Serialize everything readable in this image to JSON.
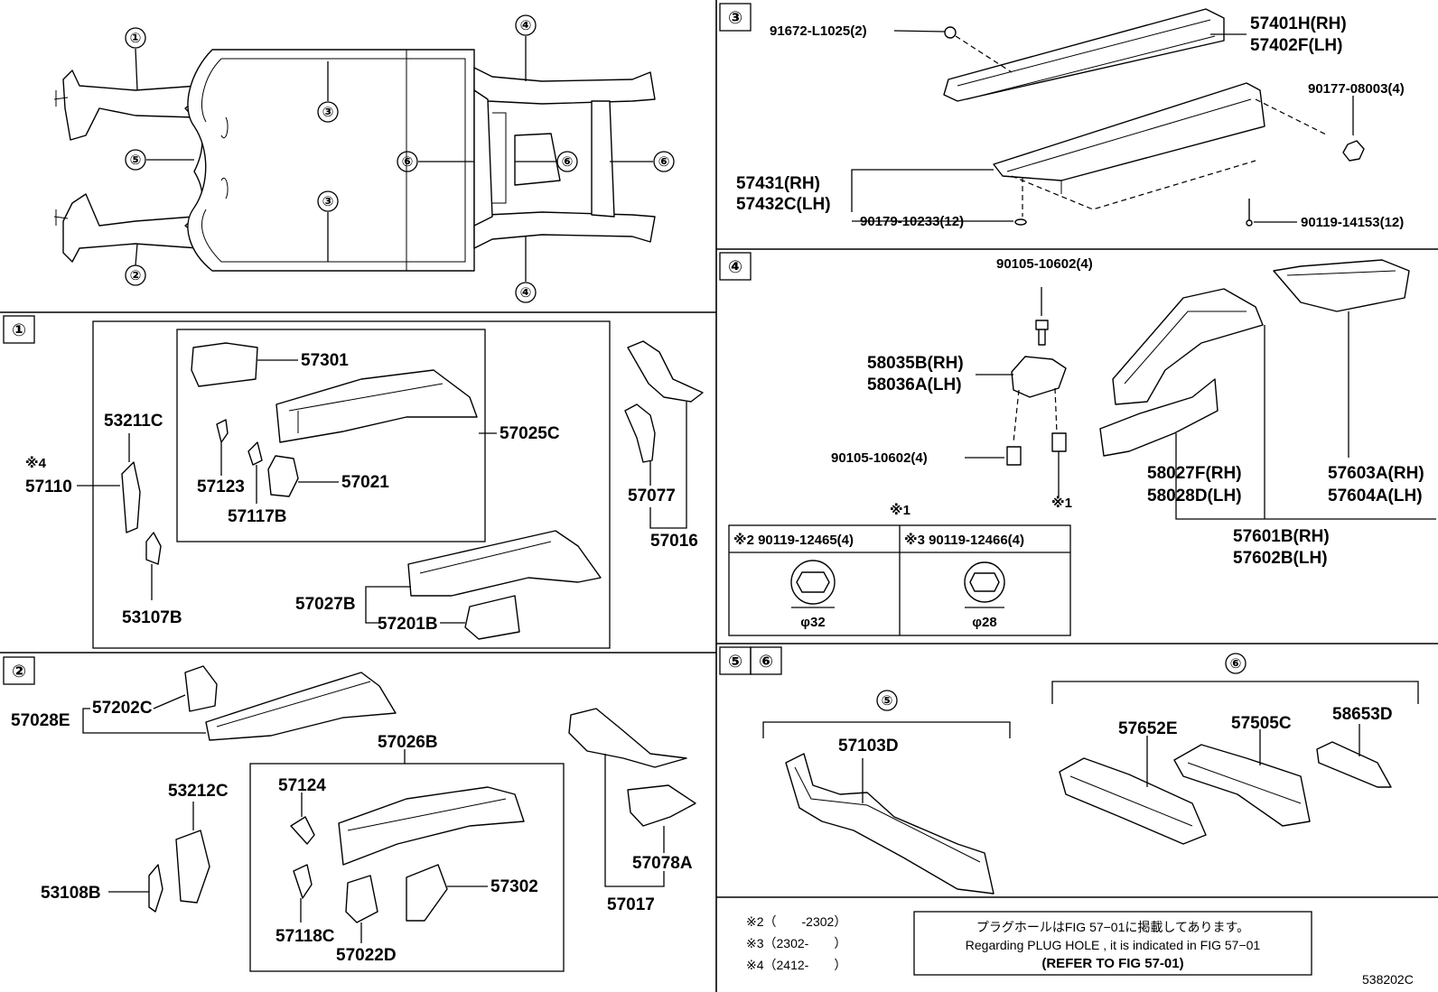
{
  "sections": {
    "s3": {
      "tag": "③",
      "labels": {
        "bolt": "91672-L1025(2)",
        "rh": "57401H(RH)",
        "lh": "57402F(LH)",
        "nut": "90177-08003(4)",
        "rh2": "57431(RH)",
        "lh2": "57432C(LH)",
        "plug": "90179-10233(12)",
        "bolt2": "90119-14153(12)"
      }
    },
    "s4": {
      "tag": "④",
      "labels": {
        "bolt_top": "90105-10602(4)",
        "rh": "58035B(RH)",
        "lh": "58036A(LH)",
        "bolt_left": "90105-10602(4)",
        "note1": "※1",
        "rh2": "58027F(RH)",
        "lh2": "58028D(LH)",
        "rh3": "57603A(RH)",
        "lh3": "57604A(LH)",
        "rh4": "57601B(RH)",
        "lh4": "57602B(LH)",
        "note1b": "※1"
      },
      "table": {
        "left_head": "※2 90119-12465(4)",
        "right_head": "※3 90119-12466(4)",
        "left_dim": "φ32",
        "right_dim": "φ28"
      }
    },
    "s1": {
      "tag": "①",
      "labels": {
        "a": "57301",
        "b": "57025C",
        "c": "53211C",
        "d": "※4",
        "e": "57110",
        "f": "57123",
        "g": "57021",
        "h": "57117B",
        "i": "57077",
        "j": "57016",
        "k": "53107B",
        "l": "57027B",
        "m": "57201B"
      }
    },
    "s2": {
      "tag": "②",
      "labels": {
        "a": "57028E",
        "b": "57202C",
        "c": "57026B",
        "d": "53212C",
        "e": "57124",
        "f": "53108B",
        "g": "57302",
        "h": "57118C",
        "i": "57022D",
        "j": "57078A",
        "k": "57017"
      }
    },
    "s56": {
      "tag5": "⑤",
      "tag6": "⑥",
      "labels": {
        "five": "⑤",
        "six": "⑥",
        "a": "57103D",
        "b": "57652E",
        "c": "57505C",
        "d": "58653D"
      }
    },
    "overview": {
      "c1": "①",
      "c2": "②",
      "c3a": "③",
      "c3b": "③",
      "c4a": "④",
      "c4b": "④",
      "c5": "⑤",
      "c6a": "⑥",
      "c6b": "⑥",
      "c6c": "⑥"
    }
  },
  "footnotes": {
    "n2": "※2（　　-2302）",
    "n3": "※3（2302-　　）",
    "n4": "※4（2412-　　）"
  },
  "notice": {
    "jp": "プラグホールはFIG 57−01に掲載してあります。",
    "en": "Regarding PLUG HOLE , it is indicated in FIG 57−01",
    "ref": "(REFER TO FIG 57-01)"
  },
  "figure_code": "538202C"
}
